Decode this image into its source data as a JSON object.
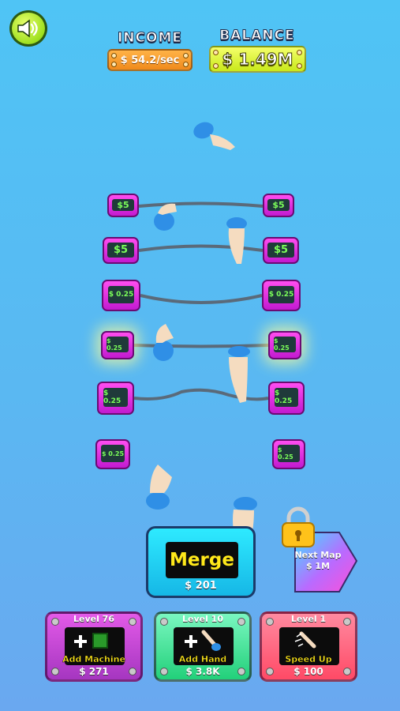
{
  "header": {
    "income_label": "INCOME",
    "income_value": "$ 54.2/sec",
    "balance_label": "BALANCE",
    "balance_value": "$ 1.49M"
  },
  "sound": {
    "icon": "speaker-icon"
  },
  "machines": [
    {
      "row": 1,
      "left": "$5",
      "right": "$5"
    },
    {
      "row": 2,
      "left": "$5",
      "right": "$5"
    },
    {
      "row": 3,
      "left": "$ 0.25",
      "right": "$ 0.25"
    },
    {
      "row": 4,
      "left": "$ 0.25",
      "right": "$ 0.25"
    },
    {
      "row": 5,
      "left": "$ 0.25",
      "right": "$ 0.25"
    },
    {
      "row": 6,
      "left": "$ 0.25",
      "right": "$ 0.25"
    }
  ],
  "merge": {
    "label": "Merge",
    "price": "$ 201"
  },
  "next_map": {
    "label": "Next Map",
    "price": "$ 1M"
  },
  "cards": [
    {
      "level": "Level 76",
      "label": "Add Machine",
      "price": "$ 271",
      "color": "#c040c8"
    },
    {
      "level": "Level 10",
      "label": "Add Hand",
      "price": "$ 3.8K",
      "color": "#38e08a"
    },
    {
      "level": "Level 1",
      "label": "Speed Up",
      "price": "$ 100",
      "color": "#ff5c7a"
    }
  ]
}
